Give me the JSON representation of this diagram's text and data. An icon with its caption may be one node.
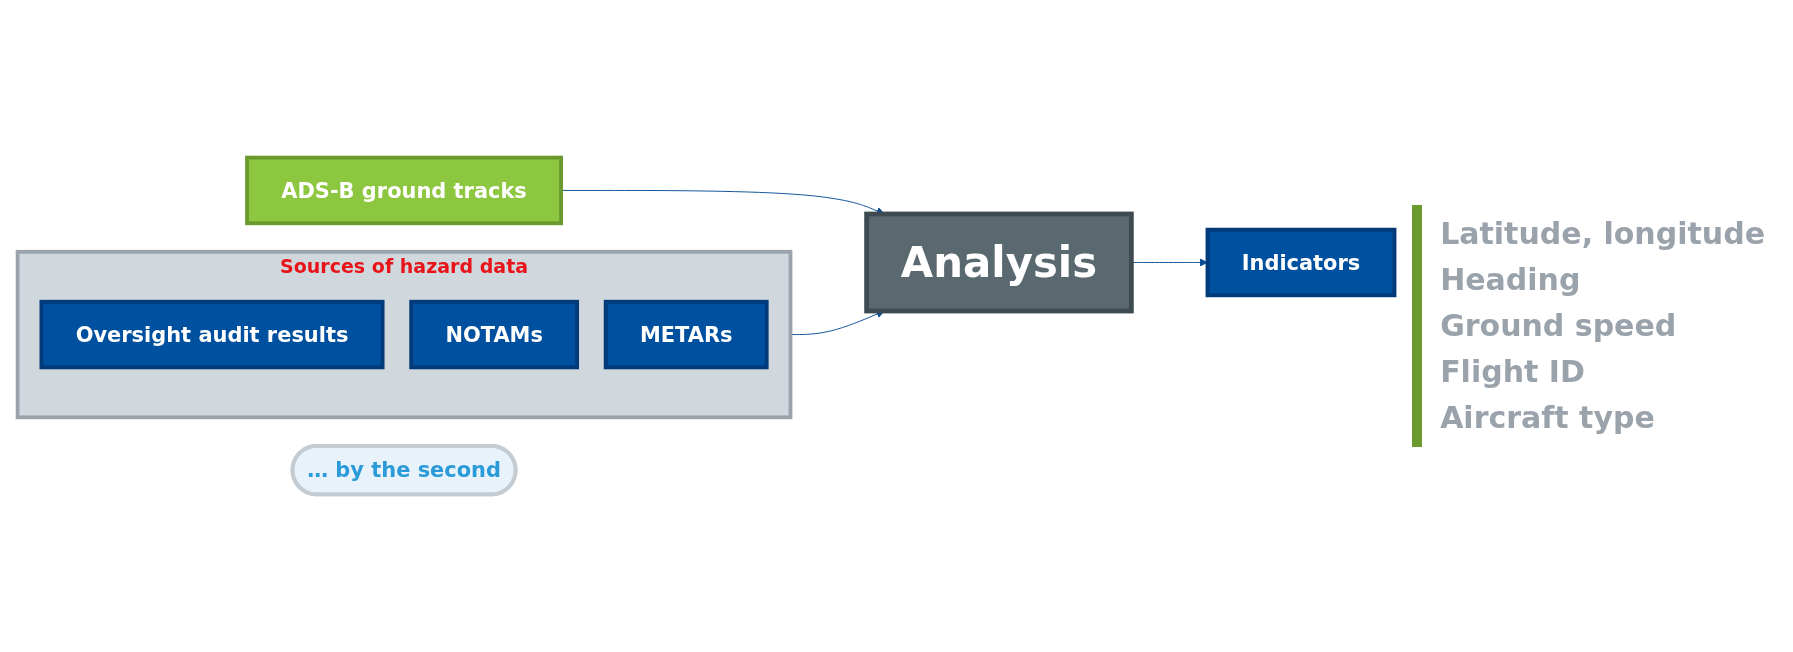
{
  "diagram": {
    "nodes": [
      {
        "text": [
          "Sources of hazard data"
        ]
      },
      {
        "text": [
          "Oversight audit results"
        ],
        "in": 0
      },
      {
        "text": [
          "NOTAMs"
        ],
        "in": 0
      },
      {
        "text": [
          "METARs"
        ],
        "in": 0
      },
      {
        "text": [
          "Analysis"
        ]
      },
      {
        "text": [
          "Indicators"
        ]
      },
      {
        "text": [
          "ADS-B ground tracks"
        ]
      },
      {
        "text": [
          "… by the second"
        ]
      }
    ],
    "edges": [
      {
        "from": 0,
        "to": 4,
        "arrow": "to"
      },
      {
        "from": 4,
        "to": 5,
        "arrow": "to"
      },
      {
        "from": 6,
        "to": 4,
        "arrow": "to"
      }
    ],
    "labels": [
      "Latitude, longitude",
      "Heading",
      "Ground speed",
      "Flight ID",
      "Aircraft type"
    ]
  }
}
